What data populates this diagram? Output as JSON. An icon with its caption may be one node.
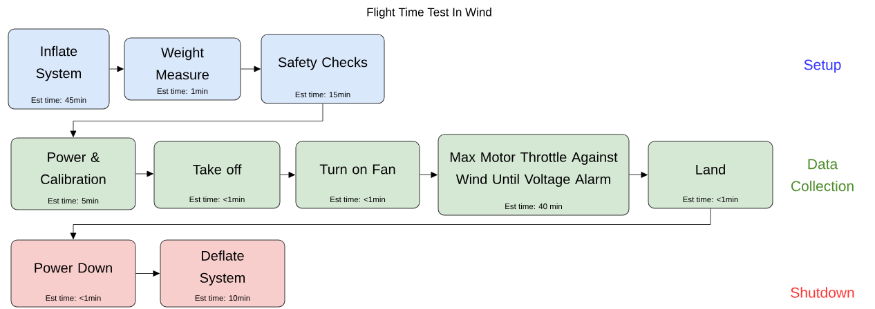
{
  "diagram": {
    "title": "Flight Time Test In Wind",
    "nodes": [
      {
        "text": [
          "Inflate System",
          "Est time: 45min"
        ]
      },
      {
        "text": [
          "Weight Measure",
          "Est time: 1min"
        ]
      },
      {
        "text": [
          "Safety Checks",
          "Est time: 15min"
        ]
      },
      {
        "text": [
          "Power & Calibration",
          "Est time: 5min"
        ]
      },
      {
        "text": [
          "Take off",
          "Est time: <1min"
        ]
      },
      {
        "text": [
          "Turn on Fan",
          "Est time: <1min"
        ]
      },
      {
        "text": [
          "Max Motor Throttle Against Wind Until Voltage Alarm",
          "Est time: 40 min"
        ]
      },
      {
        "text": [
          "Land",
          "Est time: <1min"
        ]
      },
      {
        "text": [
          "Power Down",
          "Est time: <1min"
        ]
      },
      {
        "text": [
          "Deflate System",
          "Est time: 10min"
        ]
      }
    ],
    "edges": [
      {
        "from": 0,
        "to": 1,
        "arrow": "to"
      },
      {
        "from": 1,
        "to": 2,
        "arrow": "to"
      },
      {
        "from": 2,
        "to": 3,
        "arrow": "to"
      },
      {
        "from": 3,
        "to": 4,
        "arrow": "to"
      },
      {
        "from": 4,
        "to": 5,
        "arrow": "to"
      },
      {
        "from": 5,
        "to": 6,
        "arrow": "to"
      },
      {
        "from": 6,
        "to": 7,
        "arrow": "to"
      },
      {
        "from": 7,
        "to": 8,
        "arrow": "to"
      },
      {
        "from": 8,
        "to": 9,
        "arrow": "to"
      }
    ],
    "labels": [
      "Setup",
      "Data Collection",
      "Shutdown"
    ]
  }
}
